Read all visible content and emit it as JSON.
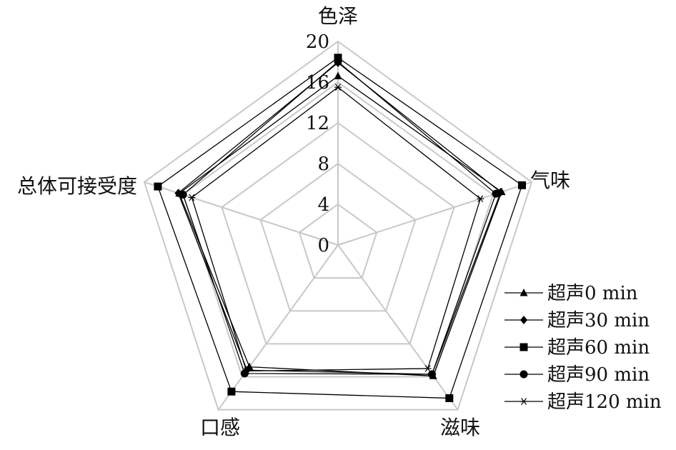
{
  "chart_data": {
    "type": "radar",
    "categories": [
      "色泽",
      "气味",
      "滋味",
      "口感",
      "总体可接受度"
    ],
    "rlim": [
      0,
      20
    ],
    "ticks": [
      0,
      4,
      8,
      12,
      16,
      20
    ],
    "grid": true,
    "legend_position": "bottom-right",
    "series": [
      {
        "name": "超声0 min",
        "marker": "triangle",
        "values": [
          16.6,
          16.9,
          15.9,
          14.8,
          16.4
        ]
      },
      {
        "name": "超声30 min",
        "marker": "diamond",
        "values": [
          17.9,
          16.8,
          15.7,
          15.2,
          16.5
        ]
      },
      {
        "name": "超声60 min",
        "marker": "square",
        "values": [
          18.4,
          19.0,
          18.6,
          17.8,
          18.6
        ]
      },
      {
        "name": "超声90 min",
        "marker": "circle",
        "values": [
          18.0,
          16.3,
          15.7,
          15.6,
          16.0
        ]
      },
      {
        "name": "超声120 min",
        "marker": "star",
        "values": [
          15.5,
          14.7,
          15.0,
          15.3,
          15.1
        ]
      }
    ]
  }
}
